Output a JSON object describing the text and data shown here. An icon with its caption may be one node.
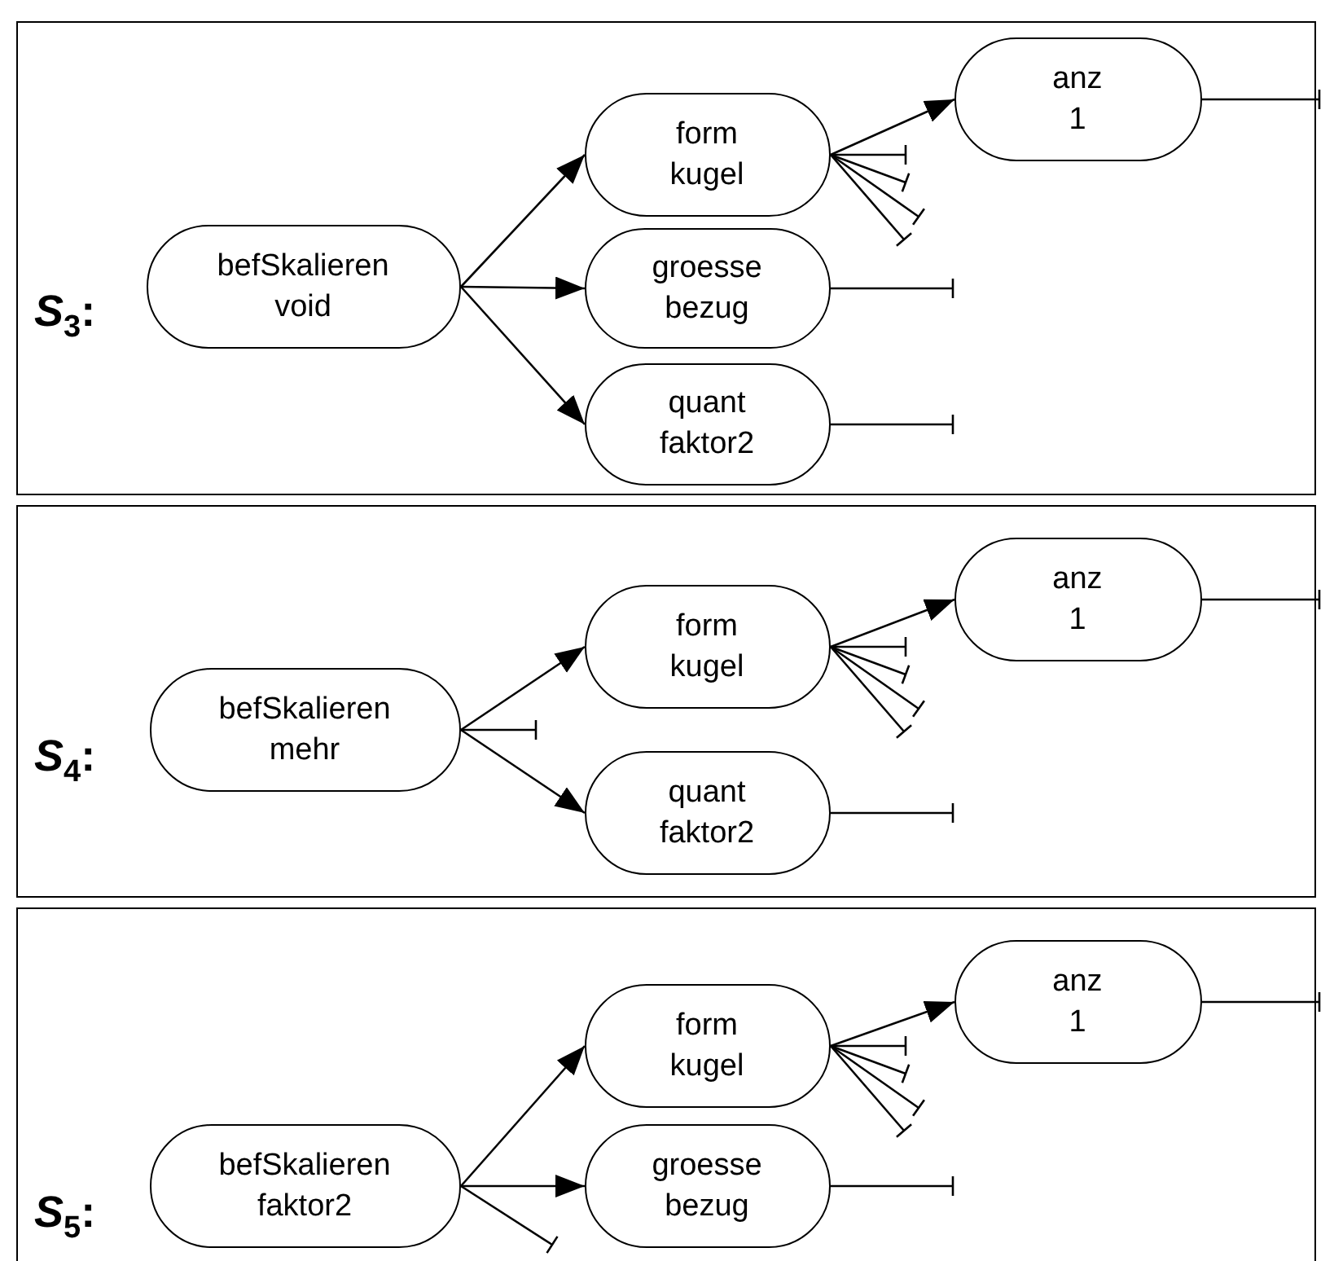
{
  "diagram": {
    "nodes": [
      {
        "text": [
          "*S*$_{3}$:"
        ]
      },
      {
        "text": [
          "befSkalieren",
          "void"
        ],
        "in": 0
      },
      {
        "text": [
          "form",
          "kugel"
        ],
        "in": 0
      },
      {
        "text": [
          "anz",
          "1"
        ],
        "in": 0
      },
      {
        "text": [
          "groesse",
          "bezug"
        ],
        "in": 0
      },
      {
        "text": [
          "quant",
          "faktor2"
        ],
        "in": 0
      },
      {
        "text": [
          "*S*$_{4}$:"
        ]
      },
      {
        "text": [
          "befSkalieren",
          "mehr"
        ],
        "in": 6
      },
      {
        "text": [
          "form",
          "kugel"
        ],
        "in": 6
      },
      {
        "text": [
          "anz",
          "1"
        ],
        "in": 6
      },
      {
        "text": [
          "quant",
          "faktor2"
        ],
        "in": 6
      },
      {
        "text": [
          "*S*$_{5}$:"
        ]
      },
      {
        "text": [
          "befSkalieren",
          "faktor2"
        ],
        "in": 11
      },
      {
        "text": [
          "form",
          "kugel"
        ],
        "in": 11
      },
      {
        "text": [
          "anz",
          "1"
        ],
        "in": 11
      },
      {
        "text": [
          "groesse",
          "bezug"
        ],
        "in": 11
      }
    ],
    "edges": [
      {
        "from": 1,
        "to": 2,
        "arrow": "to"
      },
      {
        "from": 1,
        "to": 4,
        "arrow": "to"
      },
      {
        "from": 1,
        "to": 5,
        "arrow": "to"
      },
      {
        "from": 2,
        "to": 3,
        "arrow": "to"
      },
      {
        "from": 2,
        "to": null,
        "arrow": "other"
      },
      {
        "from": 2,
        "to": null,
        "arrow": "other"
      },
      {
        "from": 2,
        "to": null,
        "arrow": "other"
      },
      {
        "from": 2,
        "to": null,
        "arrow": "other"
      },
      {
        "from": 3,
        "to": null,
        "arrow": "other"
      },
      {
        "from": 4,
        "to": null,
        "arrow": "other"
      },
      {
        "from": 5,
        "to": null,
        "arrow": "other"
      },
      {
        "from": 7,
        "to": 8,
        "arrow": "to"
      },
      {
        "from": 7,
        "to": null,
        "arrow": "other"
      },
      {
        "from": 7,
        "to": 10,
        "arrow": "to"
      },
      {
        "from": 8,
        "to": 9,
        "arrow": "to"
      },
      {
        "from": 8,
        "to": null,
        "arrow": "other"
      },
      {
        "from": 8,
        "to": null,
        "arrow": "other"
      },
      {
        "from": 8,
        "to": null,
        "arrow": "other"
      },
      {
        "from": 8,
        "to": null,
        "arrow": "other"
      },
      {
        "from": 9,
        "to": null,
        "arrow": "other"
      },
      {
        "from": 10,
        "to": null,
        "arrow": "other"
      },
      {
        "from": 12,
        "to": 13,
        "arrow": "to"
      },
      {
        "from": 12,
        "to": 15,
        "arrow": "to"
      },
      {
        "from": 12,
        "to": null,
        "arrow": "other"
      },
      {
        "from": 13,
        "to": 14,
        "arrow": "to"
      },
      {
        "from": 13,
        "to": null,
        "arrow": "other"
      },
      {
        "from": 13,
        "to": null,
        "arrow": "other"
      },
      {
        "from": 13,
        "to": null,
        "arrow": "other"
      },
      {
        "from": 13,
        "to": null,
        "arrow": "other"
      },
      {
        "from": 14,
        "to": null,
        "arrow": "other"
      },
      {
        "from": 15,
        "to": null,
        "arrow": "other"
      }
    ]
  }
}
